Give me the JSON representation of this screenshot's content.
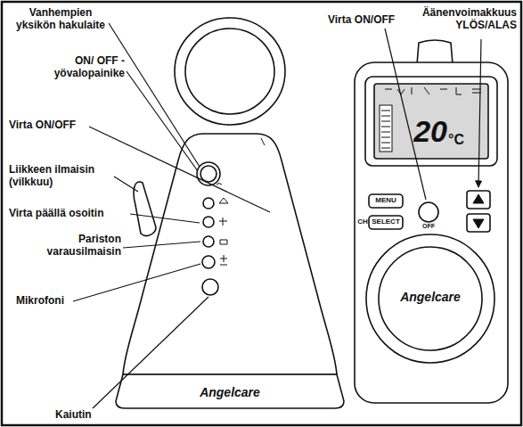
{
  "diagram": {
    "labels": [
      "Vanhempien yksikön hakulaite",
      "ON/ OFF - yövalopainike",
      "Virta ON/OFF",
      "Liikkeen ilmaisin (vilkkuu)",
      "Virta päällä osoitin",
      "Pariston varausilmaisin",
      "Mikrofoni",
      "Kaiutin",
      "Angelcare",
      "Virta ON/OFF",
      "Äänenvoimakkuus YLÖS/ALAS",
      "20",
      "°C",
      "MENU",
      "SELECT",
      "CH",
      "OFF",
      "Angelcare"
    ]
  }
}
